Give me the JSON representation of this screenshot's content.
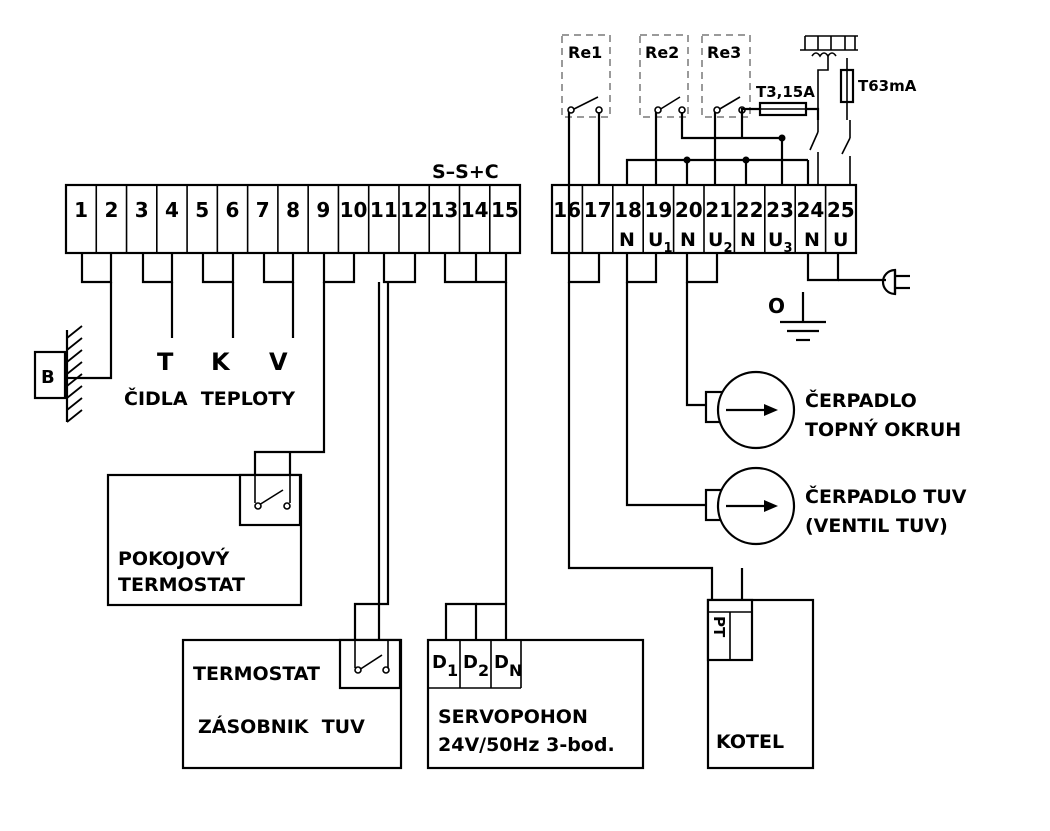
{
  "terminals_left": [
    "1",
    "2",
    "3",
    "4",
    "5",
    "6",
    "7",
    "8",
    "9",
    "10",
    "11",
    "12",
    "13",
    "14",
    "15"
  ],
  "terminals_right": [
    "16",
    "17",
    "18",
    "19",
    "20",
    "21",
    "22",
    "23",
    "24",
    "25"
  ],
  "terminal_sub": {
    "t18": "N",
    "t19": "U",
    "t19_sub": "1",
    "t20": "N",
    "t21": "U",
    "t21_sub": "2",
    "t22": "N",
    "t23": "U",
    "t23_sub": "3",
    "t24": "N",
    "t25": "U"
  },
  "bus_label": "S–S+C",
  "relays": [
    "Re1",
    "Re2",
    "Re3"
  ],
  "fuses": {
    "main": "T3,15A",
    "small": "T63mA"
  },
  "sensors": {
    "B": "B",
    "T": "T",
    "K": "K",
    "V": "V",
    "caption": "ČIDLA  TEPLOTY"
  },
  "room_thermostat": [
    "POKOJOVÝ",
    "TERMOSTAT"
  ],
  "tank_thermostat": [
    "TERMOSTAT",
    "ZÁSOBNIK  TUV"
  ],
  "servo": {
    "d1": "D",
    "d1_sub": "1",
    "d2": "D",
    "d2_sub": "2",
    "dn": "D",
    "dn_sub": "N",
    "line1": "SERVOPOHON",
    "line2": "24V/50Hz 3-bod."
  },
  "boiler": {
    "label": "KOTEL",
    "pt": "PT"
  },
  "pump_heating": [
    "ČERPADLO",
    "TOPNÝ OKRUH"
  ],
  "pump_dhw": [
    "ČERPADLO TUV",
    "(VENTIL TUV)"
  ],
  "earth_label": "O"
}
